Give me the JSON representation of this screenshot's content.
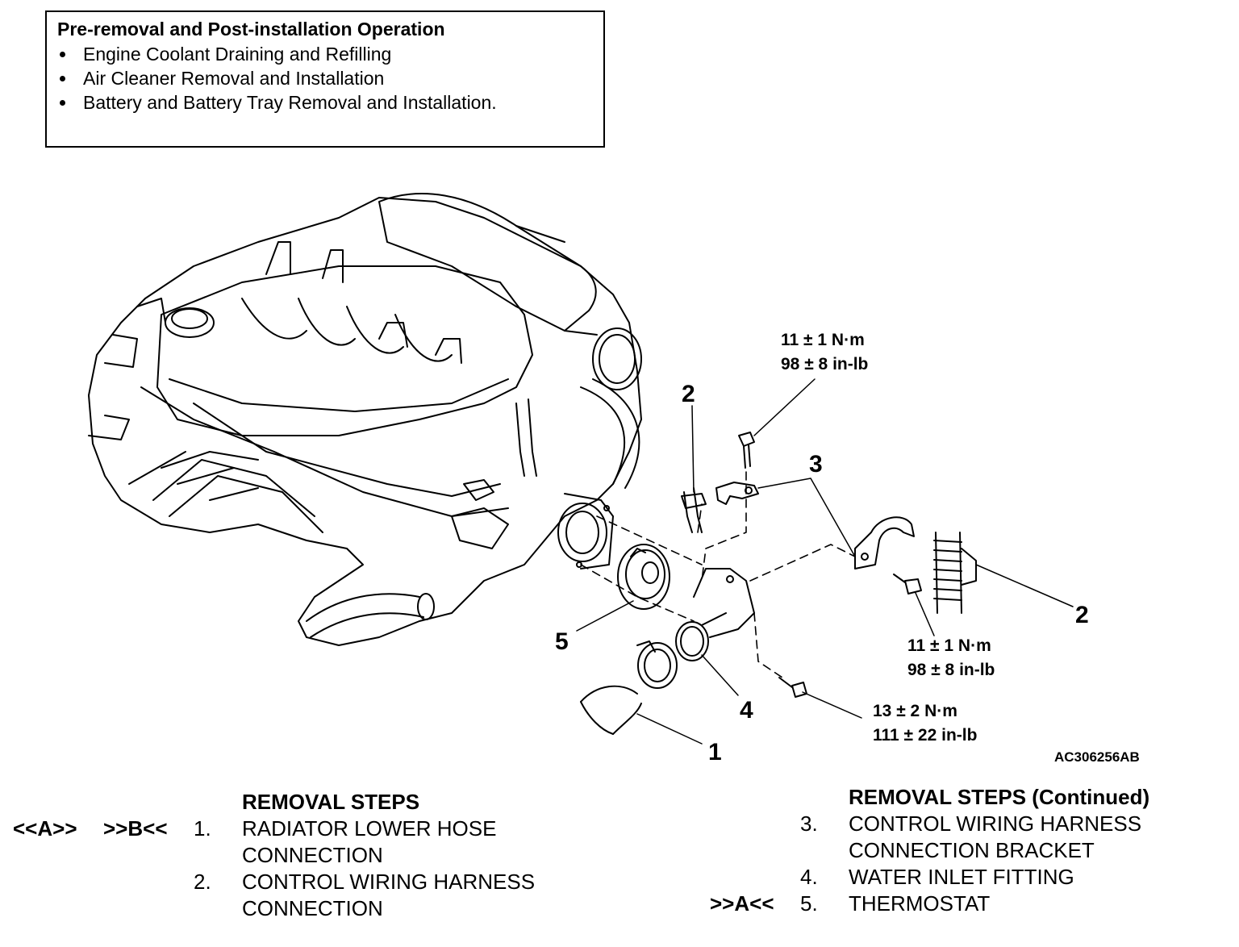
{
  "pre_removal": {
    "title": "Pre-removal and Post-installation Operation",
    "items": [
      "Engine Coolant Draining and Refilling",
      "Air Cleaner Removal and Installation",
      "Battery and Battery Tray Removal and Installation."
    ]
  },
  "diagram": {
    "callouts": {
      "c1": "1",
      "c2_upper": "2",
      "c2_right": "2",
      "c3": "3",
      "c4": "4",
      "c5": "5"
    },
    "torques": {
      "top": [
        "11 ± 1 N·m",
        "98 ± 8 in-lb"
      ],
      "right": [
        "11 ± 1 N·m",
        "98 ± 8 in-lb"
      ],
      "bottom": [
        "13 ± 2 N·m",
        "111 ± 22 in-lb"
      ]
    },
    "figure_ref": "AC306256AB"
  },
  "removal_steps": {
    "title": "REMOVAL STEPS",
    "title_continued": "REMOVAL STEPS (Continued)",
    "left": [
      {
        "mark_a": "<<A>>",
        "mark_b": ">>B<<",
        "number": "1.",
        "lines": [
          "RADIATOR LOWER HOSE",
          "CONNECTION"
        ]
      },
      {
        "mark_a": "",
        "mark_b": "",
        "number": "2.",
        "lines": [
          "CONTROL WIRING HARNESS",
          "CONNECTION"
        ]
      }
    ],
    "right": [
      {
        "mark": "",
        "number": "3.",
        "lines": [
          "CONTROL WIRING HARNESS",
          "CONNECTION BRACKET"
        ]
      },
      {
        "mark": "",
        "number": "4.",
        "lines": [
          "WATER INLET FITTING"
        ]
      },
      {
        "mark": ">>A<<",
        "number": "5.",
        "lines": [
          "THERMOSTAT"
        ]
      }
    ]
  }
}
